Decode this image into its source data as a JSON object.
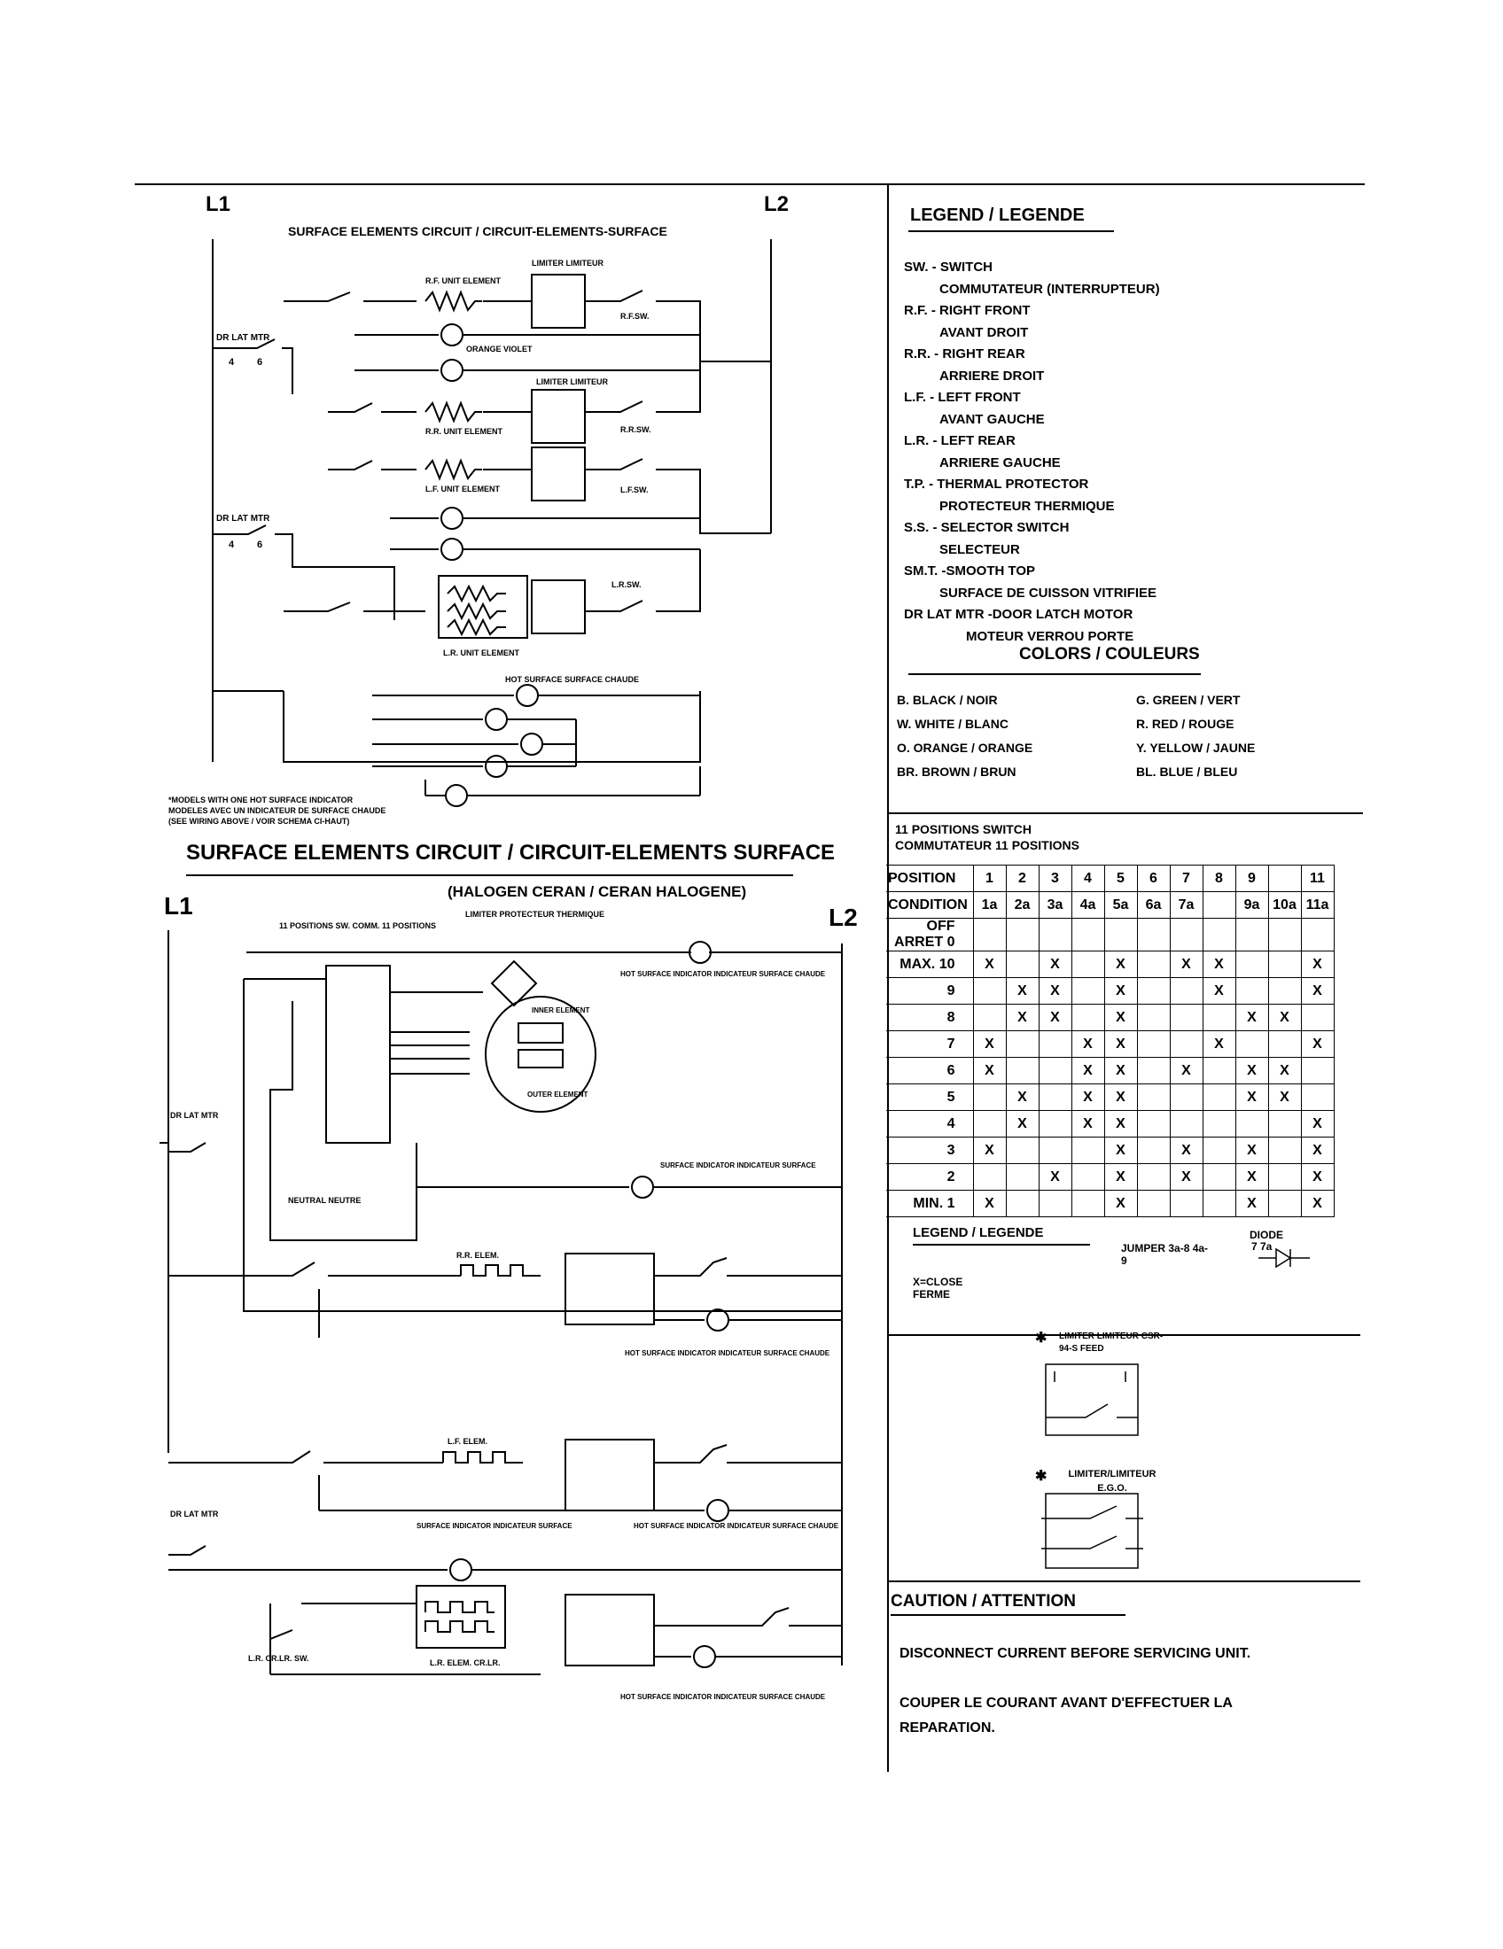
{
  "left": {
    "L1": "L1",
    "L2": "L2",
    "top_title": "SURFACE ELEMENTS CIRCUIT / CIRCUIT-ELEMENTS-SURFACE",
    "dr_lat_mtr": "DR LAT MTR",
    "pin_4": "4",
    "pin_6": "6",
    "rf_elem": "R.F. UNIT ELEMENT",
    "rr_elem": "R.R. UNIT ELEMENT",
    "lf_elem": "L.F. UNIT ELEMENT",
    "lr_elem": "L.R. UNIT ELEMENT",
    "limiter": "LIMITER LIMITEUR",
    "rf_sw": "R.F.SW.",
    "rr_sw": "R.R.SW.",
    "lf_sw": "L.F.SW.",
    "lr_sw": "L.R.SW.",
    "orange_violet": "ORANGE VIOLET",
    "hot_surface": "HOT SURFACE SURFACE CHAUDE",
    "footnote_1": "*MODELS WITH ONE HOT SURFACE INDICATOR",
    "footnote_2": "MODELES AVEC UN INDICATEUR DE SURFACE CHAUDE",
    "footnote_3": "(SEE WIRING ABOVE / VOIR SCHEMA CI-HAUT)",
    "bottom_title": "SURFACE ELEMENTS CIRCUIT / CIRCUIT-ELEMENTS SURFACE",
    "bottom_subtitle": "(HALOGEN CERAN / CERAN HALOGENE)",
    "limiter_thermal": "LIMITER PROTECTEUR THERMIQUE",
    "pos_sw": "11 POSITIONS SW. COMM. 11 POSITIONS",
    "hot_surface_indicator": "HOT SURFACE INDICATOR INDICATEUR SURFACE CHAUDE",
    "surface_indicator": "SURFACE INDICATOR INDICATEUR SURFACE",
    "neutral": "NEUTRAL NEUTRE",
    "rr_elem_b": "R.R. ELEM.",
    "lf_elem_b": "L.F. ELEM.",
    "lr_elem_b": "L.R. ELEM. CR.LR.",
    "lr_sw_b": "L.R. CR.LR. SW.",
    "inner_element": "INNER ELEMENT",
    "outer_element": "OUTER ELEMENT"
  },
  "legend": {
    "title": "LEGEND / LEGENDE",
    "entries": [
      "SW.  - SWITCH",
      "COMMUTATEUR (INTERRUPTEUR)",
      "R.F.  - RIGHT FRONT",
      "AVANT DROIT",
      "R.R.  - RIGHT REAR",
      "ARRIERE DROIT",
      "L.F.  - LEFT FRONT",
      "AVANT GAUCHE",
      "L.R.  - LEFT REAR",
      "ARRIERE GAUCHE",
      "T.P.  - THERMAL PROTECTOR",
      "PROTECTEUR THERMIQUE",
      "S.S.  - SELECTOR SWITCH",
      "SELECTEUR",
      "SM.T.  -SMOOTH TOP",
      "SURFACE DE CUISSON VITRIFIEE",
      "DR LAT MTR  -DOOR LATCH MOTOR",
      "MOTEUR VERROU PORTE"
    ],
    "colors_title": "COLORS / COULEURS",
    "colors": [
      "B. BLACK / NOIR",
      "G. GREEN / VERT",
      "W. WHITE / BLANC",
      "R. RED / ROUGE",
      "O. ORANGE / ORANGE",
      "Y. YELLOW / JAUNE",
      "BR. BROWN / BRUN",
      "BL. BLUE / BLEU"
    ]
  },
  "switch_table": {
    "title_1": "11 POSITIONS SWITCH",
    "title_2": "COMMUTATEUR 11 POSITIONS",
    "rows": [
      [
        "POSITION",
        "1",
        "2",
        "3",
        "4",
        "5",
        "6",
        "7",
        "8",
        "9",
        "",
        "11"
      ],
      [
        "CONDITION",
        "1a",
        "2a",
        "3a",
        "4a",
        "5a",
        "6a",
        "7a",
        "",
        "9a",
        "10a",
        "11a"
      ],
      [
        "OFF ARRET 0",
        "",
        "",
        "",
        "",
        "",
        "",
        "",
        "",
        "",
        "",
        ""
      ],
      [
        "MAX. 10",
        "X",
        "",
        "X",
        "",
        "X",
        "",
        "X",
        "X",
        "",
        "",
        "X"
      ],
      [
        "9",
        "",
        "X",
        "X",
        "",
        "X",
        "",
        "",
        "X",
        "",
        "",
        "X"
      ],
      [
        "8",
        "",
        "X",
        "X",
        "",
        "X",
        "",
        "",
        "",
        "X",
        "X",
        ""
      ],
      [
        "7",
        "X",
        "",
        "",
        "X",
        "X",
        "",
        "",
        "X",
        "",
        "",
        "X"
      ],
      [
        "6",
        "X",
        "",
        "",
        "X",
        "X",
        "",
        "X",
        "",
        "X",
        "X",
        ""
      ],
      [
        "5",
        "",
        "X",
        "",
        "X",
        "X",
        "",
        "",
        "",
        "X",
        "X",
        ""
      ],
      [
        "4",
        "",
        "X",
        "",
        "X",
        "X",
        "",
        "",
        "",
        "",
        "",
        "X"
      ],
      [
        "3",
        "X",
        "",
        "",
        "",
        "X",
        "",
        "X",
        "",
        "X",
        "",
        "X"
      ],
      [
        "2",
        "",
        "",
        "X",
        "",
        "X",
        "",
        "X",
        "",
        "X",
        "",
        "X"
      ],
      [
        "MIN. 1",
        "X",
        "",
        "",
        "",
        "X",
        "",
        "",
        "",
        "X",
        "",
        "X"
      ]
    ],
    "legend_label": "LEGEND / LEGENDE",
    "jumper": "JUMPER 3a-8 4a-9",
    "diode": "DIODE",
    "diode_pins": "7  7a",
    "x_close": "X=CLOSE FERME"
  },
  "limiters": {
    "cs": "LIMITER LIMITEUR CSR-94-S FEED",
    "ego": "LIMITER/LIMITEUR E.G.O."
  },
  "caution": {
    "title": "CAUTION / ATTENTION",
    "line_1": "DISCONNECT CURRENT BEFORE SERVICING UNIT.",
    "line_2": "COUPER LE COURANT AVANT D'EFFECTUER LA",
    "line_3": "REPARATION."
  }
}
